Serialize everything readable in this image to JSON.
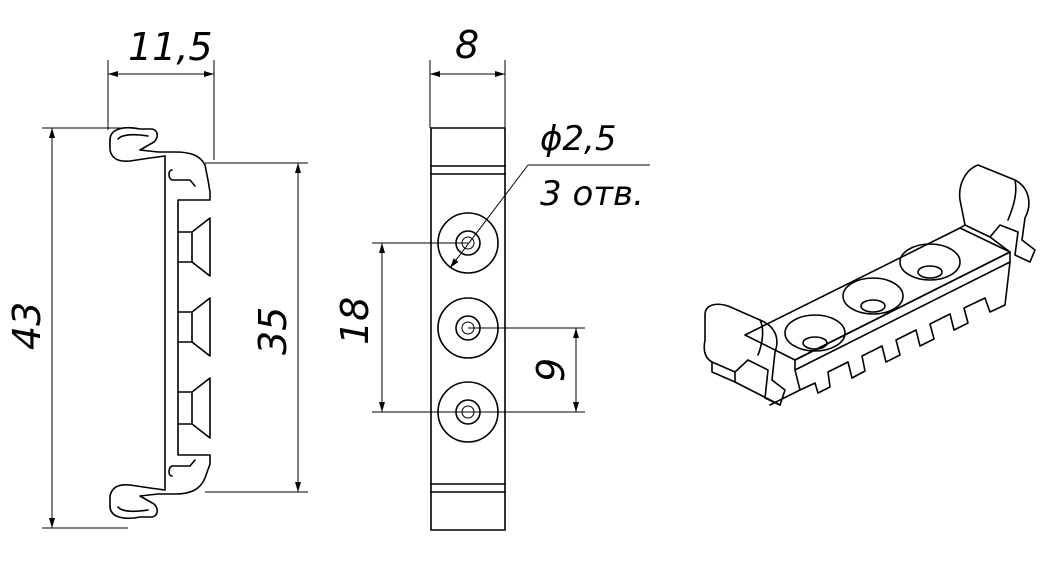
{
  "views": {
    "side": {
      "width_dim": "11,5",
      "total_height_dim": "43",
      "inner_height_dim": "35"
    },
    "front": {
      "width_dim": "8",
      "hole_diameter": "ϕ2,5",
      "hole_count": "3 отв.",
      "hole_pitch_total": "18",
      "hole_pitch": "9"
    },
    "isometric": {
      "icon": "din-rail-clip-3d"
    }
  }
}
